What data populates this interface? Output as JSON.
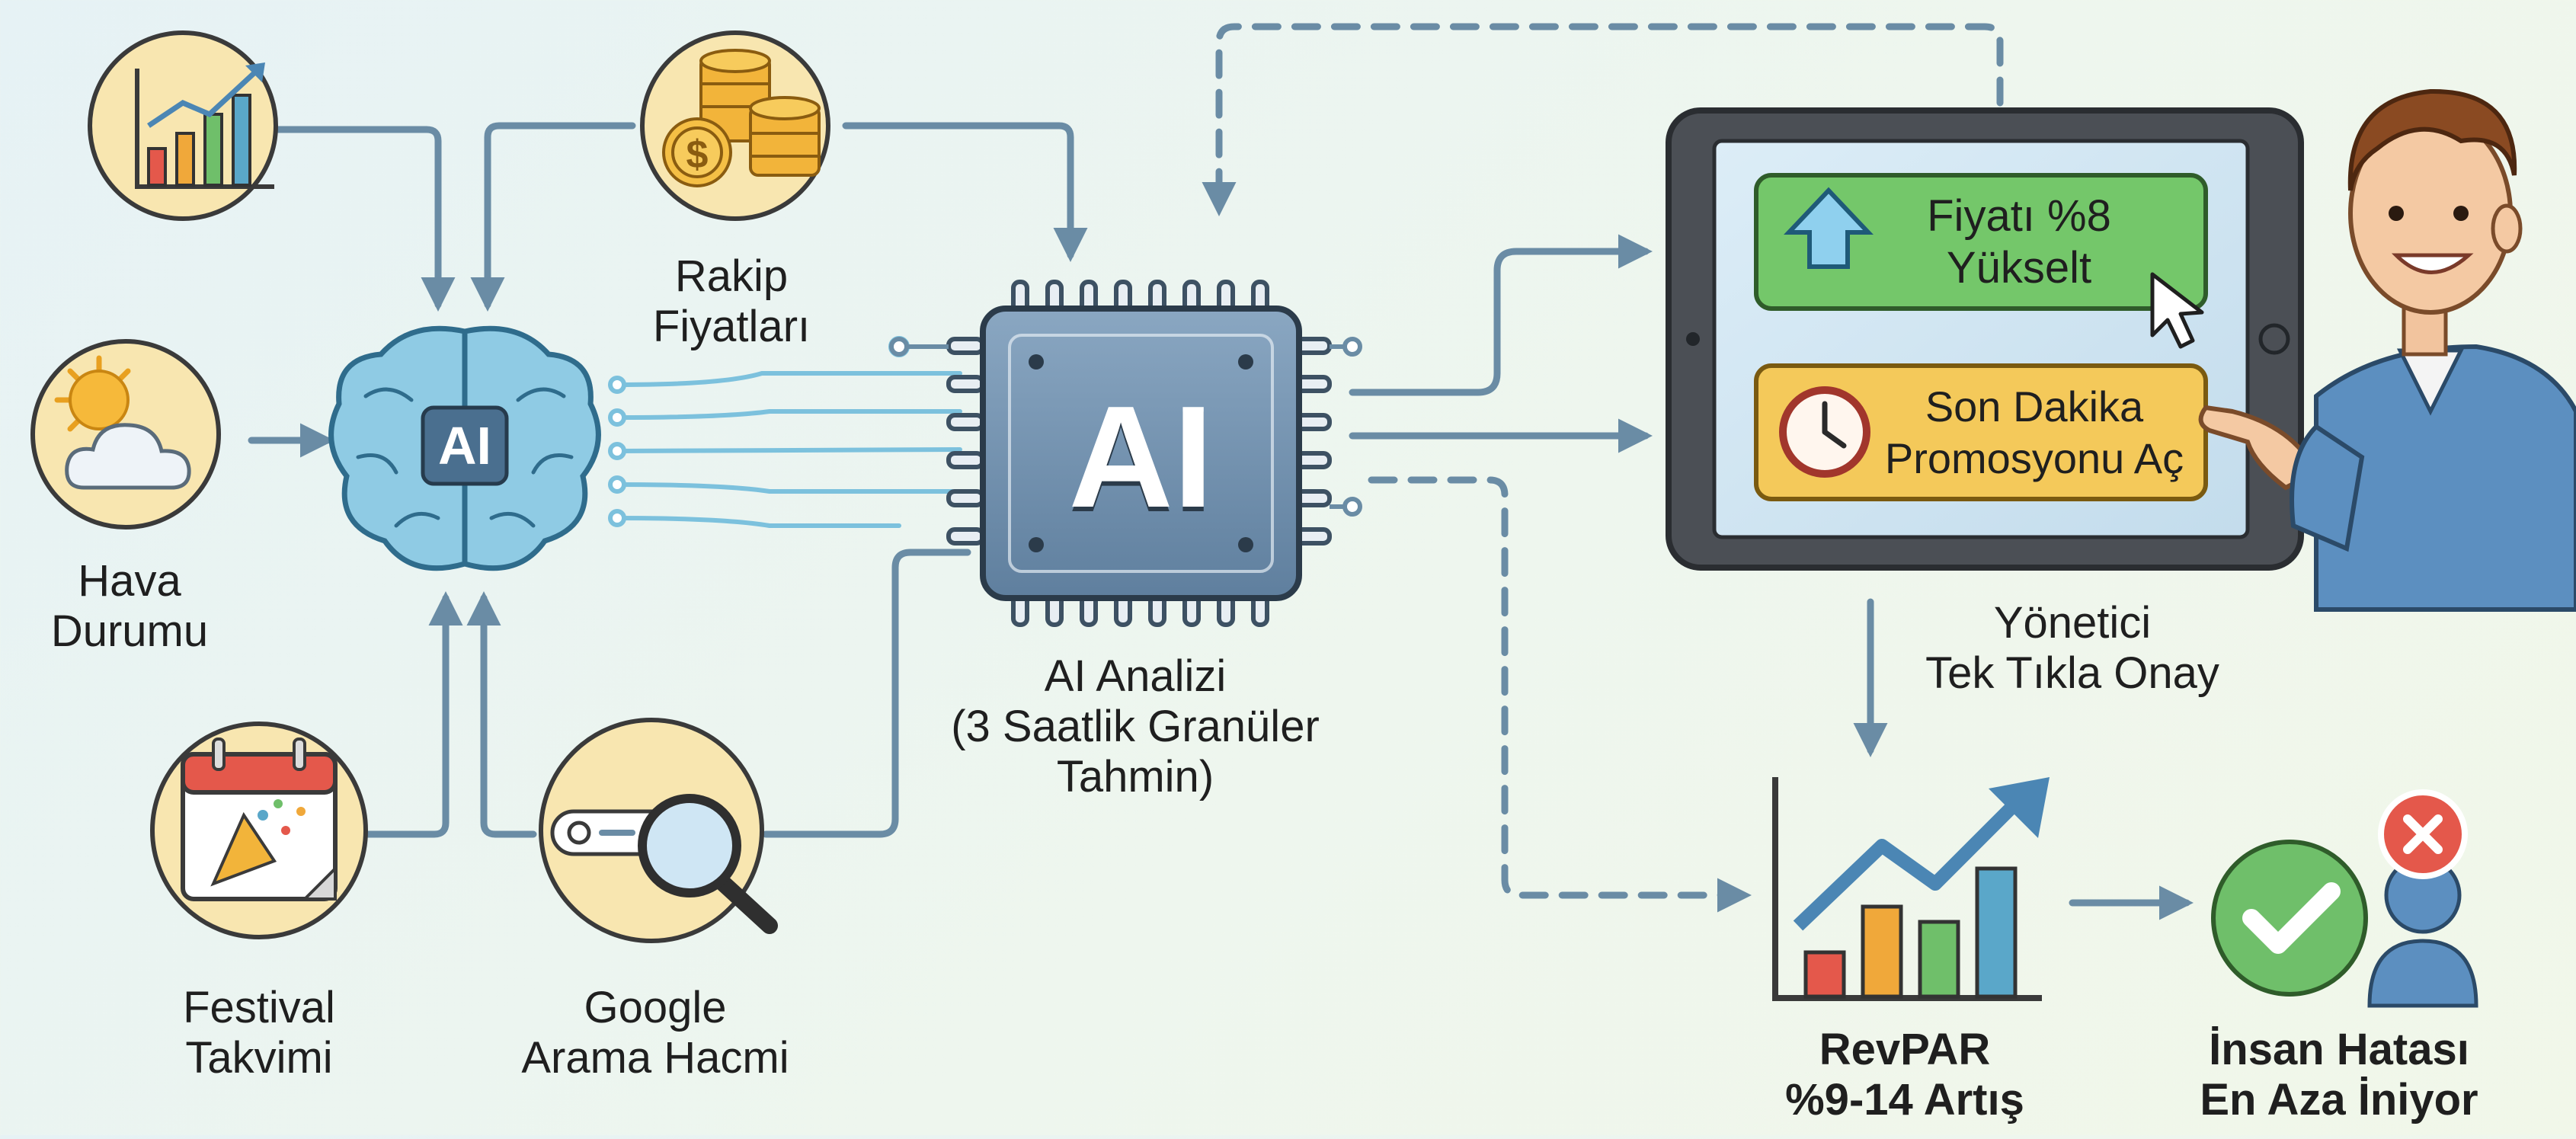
{
  "diagram": {
    "inputs": {
      "market_trends_icon": "bar-chart-trend-icon",
      "competitor_prices": "Rakip\nFiyatları",
      "weather": "Hava\nDurumu",
      "festival_calendar": "Festival\nTakvimi",
      "google_search_volume": "Google\nArama Hacmi"
    },
    "brain_badge": "AI",
    "chip_badge": "AI",
    "ai_analysis": "AI Analizi\n(3 Saatlik Granüler\nTahmin)",
    "tablet": {
      "action_raise_price": "Fiyatı %8\nYükselt",
      "action_promo": "Son Dakika\nPromosyonu Aç"
    },
    "manager_approval": "Yönetici\nTek Tıkla Onay",
    "revpar_result": "RevPAR\n%9-14 Artış",
    "human_error_result": "İnsan Hatası\nEn Aza İniyor",
    "colors": {
      "line": "#6a8ca5",
      "chip": "#6f8fae",
      "brain": "#5aa7c9",
      "green_button": "#74c76a",
      "amber_button": "#f4c95a",
      "icon_circle": "#f8e6b0",
      "tablet_frame": "#4b4f55",
      "screen": "#cfe4f1"
    }
  }
}
